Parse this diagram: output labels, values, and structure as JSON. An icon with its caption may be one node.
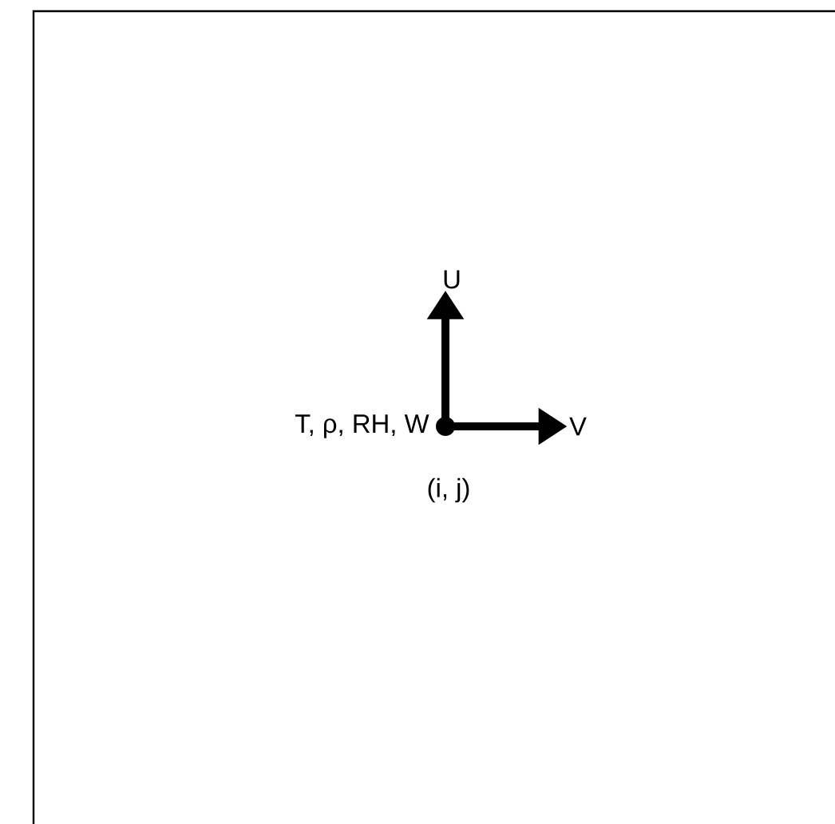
{
  "diagram": {
    "nodes": [
      {
        "text": [],
        "shape": "circle",
        "beside": [
          "T, ρ, RH, W",
          "(i, j)"
        ]
      },
      {
        "text": [
          "U"
        ]
      },
      {
        "text": [
          "V"
        ]
      }
    ],
    "edges": [
      {
        "from": 0,
        "to": 1,
        "arrow": "to"
      },
      {
        "from": 0,
        "to": 2,
        "arrow": "to"
      }
    ]
  }
}
